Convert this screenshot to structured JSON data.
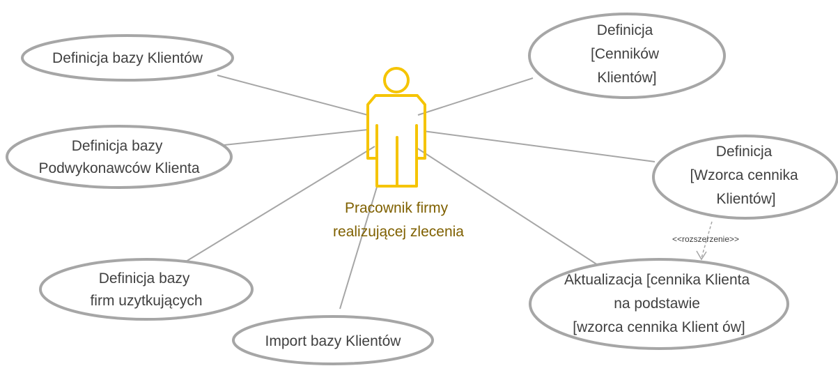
{
  "actor": {
    "label_lines": [
      "Pracownik firmy",
      "realizującej zlecenia"
    ],
    "color": "#f5c400",
    "label_color": "#7f6000"
  },
  "use_cases": [
    {
      "id": "uc1",
      "lines": [
        "Definicja bazy Klientów"
      ]
    },
    {
      "id": "uc2",
      "lines": [
        "Definicja bazy",
        "Podwykonawców Klienta"
      ]
    },
    {
      "id": "uc3",
      "lines": [
        "Definicja bazy",
        "firm uzytkujących"
      ]
    },
    {
      "id": "uc4",
      "lines": [
        "Import bazy Klientów"
      ]
    },
    {
      "id": "uc5",
      "lines": [
        "Definicja",
        "[Cenników",
        "Klientów]"
      ]
    },
    {
      "id": "uc6",
      "lines": [
        "Definicja",
        "[Wzorca cennika",
        "Klientów]"
      ]
    },
    {
      "id": "uc7",
      "lines": [
        "Aktualizacja [cennika Klienta",
        "na podstawie",
        "[wzorca cennika Klient ów]"
      ]
    }
  ],
  "extend": {
    "label": "<<rozszerzenie>>"
  },
  "colors": {
    "outline": "#a6a6a6",
    "text": "#404040"
  }
}
